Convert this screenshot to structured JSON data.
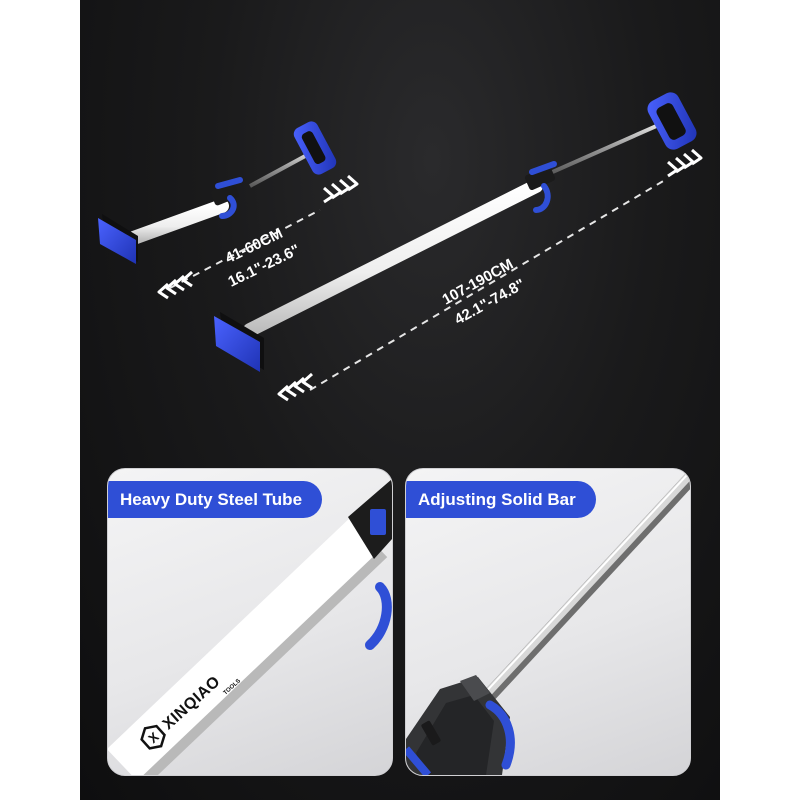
{
  "brand": {
    "logo_text": "XINQIAO",
    "logo_subtext": "TOOLS"
  },
  "short_bar": {
    "length_cm": "41-60CM",
    "length_in": "16.1\"-23.6\""
  },
  "long_bar": {
    "length_cm": "107-190CM",
    "length_in": "42.1\"-74.8\""
  },
  "features": [
    {
      "label": "Heavy Duty Steel Tube"
    },
    {
      "label": "Adjusting Solid Bar"
    }
  ],
  "colors": {
    "accent_blue": "#2f4fd6",
    "pad_blue": "#2a3fd0",
    "background": "#161617",
    "tube_white": "#f7f7f7"
  }
}
